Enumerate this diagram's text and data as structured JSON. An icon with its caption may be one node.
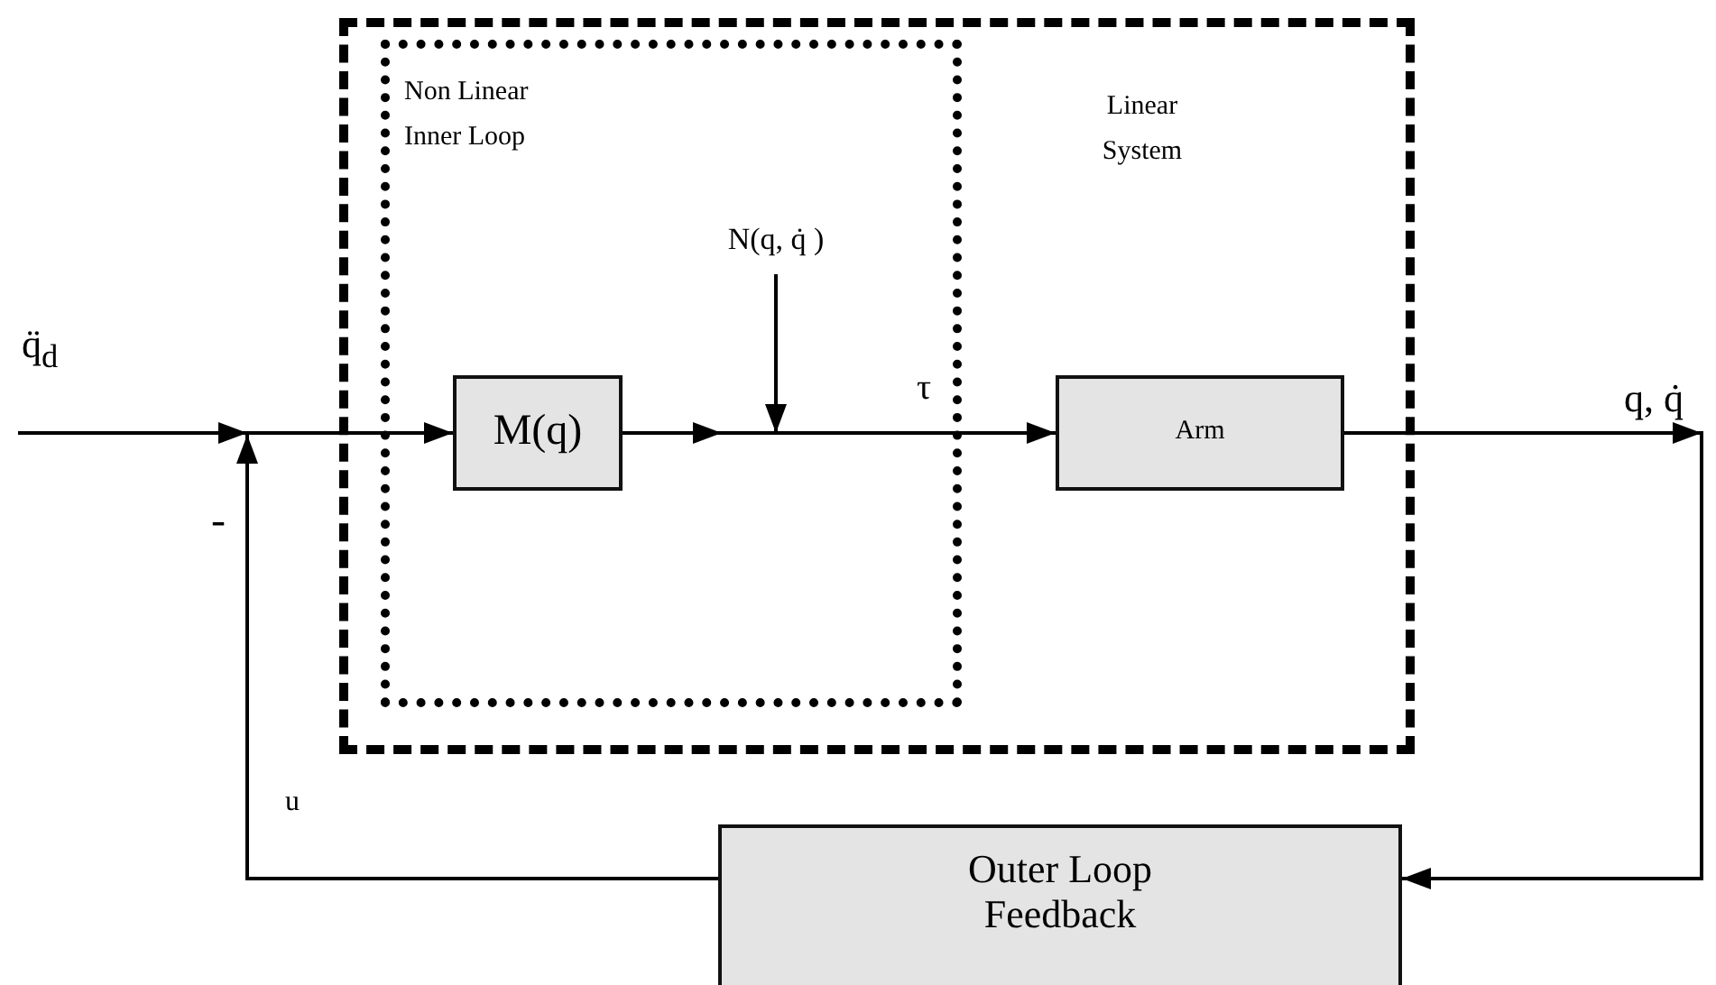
{
  "diagram": {
    "nodes": [
      {
        "text": [
          "Linear System"
        ]
      },
      {
        "text": [
          "Non Linear Inner Loop"
        ],
        "in": 0
      },
      {
        "text": [
          "N(q, q̇ )"
        ],
        "in": 1
      },
      {
        "text": [
          "M(q)"
        ],
        "in": 1
      },
      {
        "text": [
          "Arm"
        ],
        "in": 0
      },
      {
        "text": [
          "Outer Loop Feedback"
        ]
      }
    ],
    "edges": [
      {
        "from": null,
        "to": 3,
        "arrow": "to"
      },
      {
        "from": 5,
        "to": null,
        "arrow": "to"
      },
      {
        "from": 3,
        "to": 4,
        "arrow": "to"
      },
      {
        "from": 2,
        "to": null,
        "arrow": "to"
      },
      {
        "from": 4,
        "to": 5,
        "arrow": "to"
      }
    ],
    "labels": [
      "q̈$_{d}$",
      "τ",
      "q, q̇",
      "-",
      "u"
    ]
  }
}
